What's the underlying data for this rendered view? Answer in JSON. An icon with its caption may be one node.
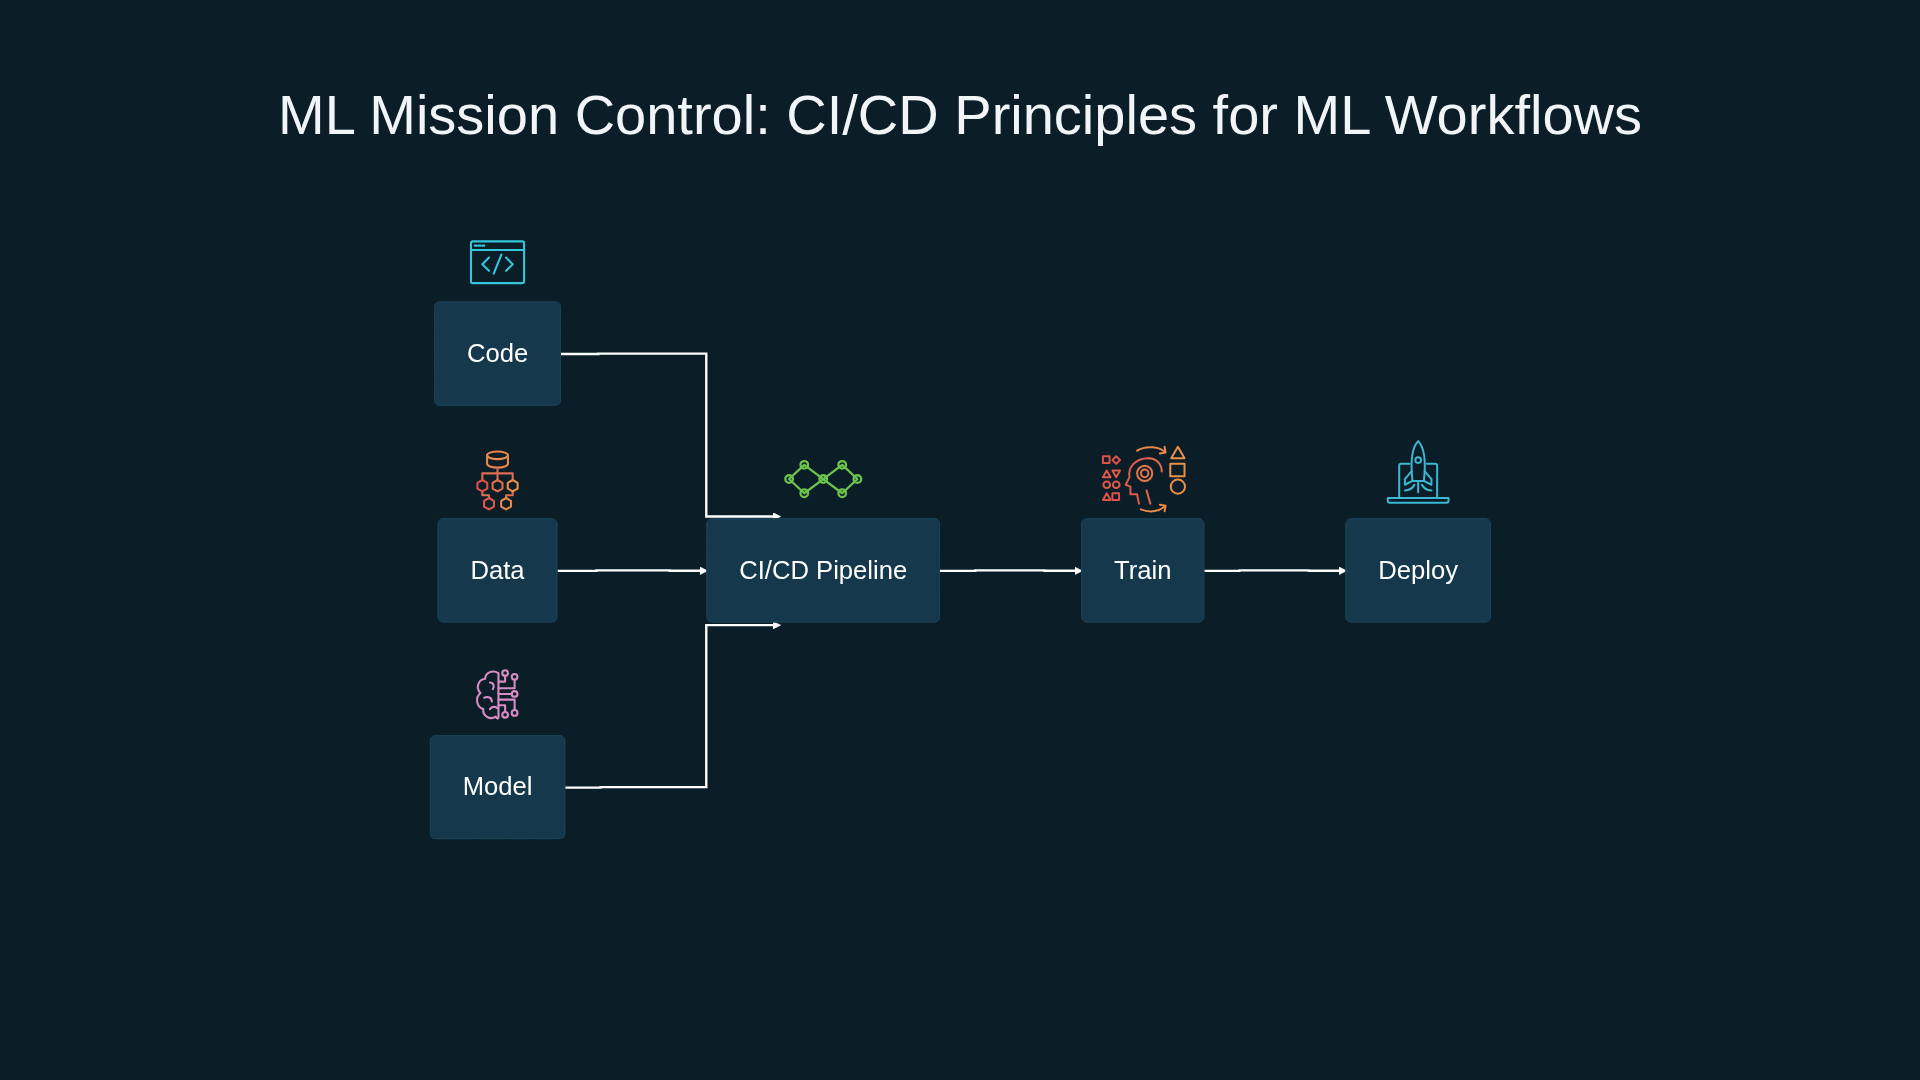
{
  "diagram": {
    "title": "ML Mission Control: CI/CD Principles for ML Workflows",
    "nodes": [
      {
        "text": [
          "Code"
        ]
      },
      {
        "text": [
          "Data"
        ]
      },
      {
        "text": [
          "Model"
        ]
      },
      {
        "text": [
          "CI/CD Pipeline"
        ]
      },
      {
        "text": [
          "Train"
        ]
      },
      {
        "text": [
          "Deploy"
        ]
      }
    ],
    "edges": [
      {
        "from": 0,
        "to": 3,
        "arrow": "to"
      },
      {
        "from": 1,
        "to": 3,
        "arrow": "to"
      },
      {
        "from": 2,
        "to": 3,
        "arrow": "to"
      },
      {
        "from": 3,
        "to": 4,
        "arrow": "to"
      },
      {
        "from": 4,
        "to": 5,
        "arrow": "to"
      }
    ]
  }
}
